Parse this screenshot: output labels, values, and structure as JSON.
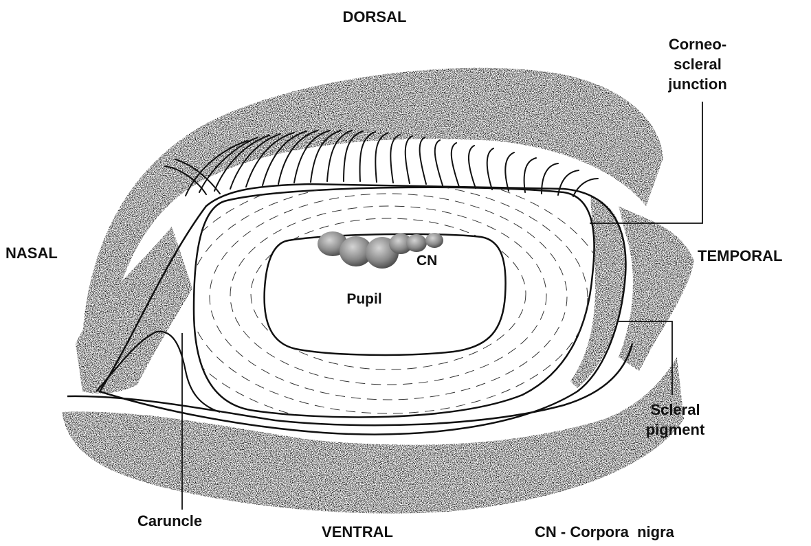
{
  "labels": {
    "dorsal": "DORSAL",
    "ventral": "VENTRAL",
    "nasal": "NASAL",
    "temporal": "TEMPORAL",
    "corneoscleral_line1": "Corneo-",
    "corneoscleral_line2": "scleral",
    "corneoscleral_line3": "junction",
    "scleral_pigment_line1": "Scleral",
    "scleral_pigment_line2": "pigment",
    "caruncle": "Caruncle",
    "pupil": "Pupil",
    "cn": "CN",
    "legend": "CN - Corpora  nigra"
  },
  "colors": {
    "ink": "#111111",
    "background": "#ffffff",
    "corpora_nigra": "#8a8a8a"
  }
}
